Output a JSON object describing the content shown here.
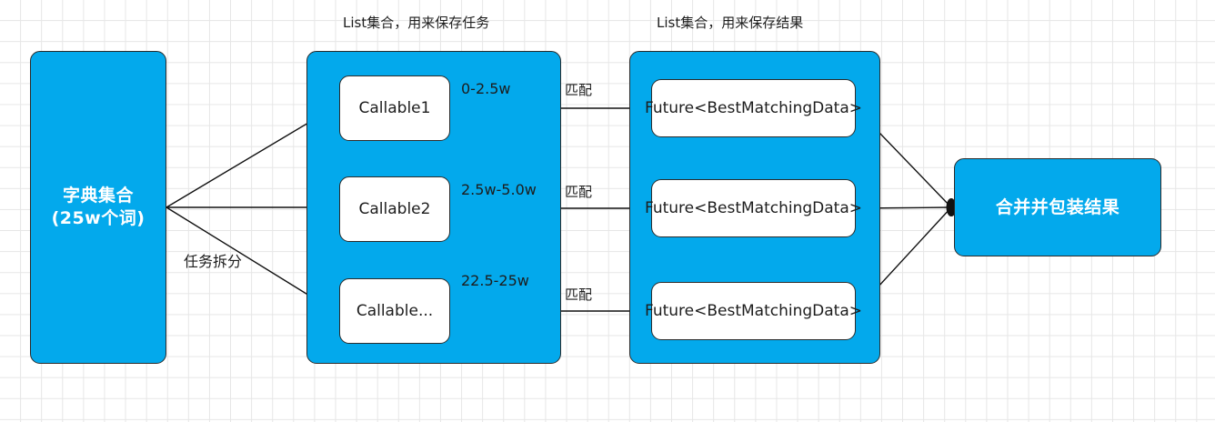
{
  "diagram": {
    "title_labels": {
      "tasks_container": "List集合，用来保存任务",
      "results_container": "List集合，用来保存结果"
    },
    "source": {
      "label": "字典集合\n(25w个词)"
    },
    "split_label": "任务拆分",
    "tasks": [
      {
        "name": "Callable1",
        "range": "0-2.5w",
        "match": "匹配"
      },
      {
        "name": "Callable2",
        "range": "2.5w-5.0w",
        "match": "匹配"
      },
      {
        "name": "Callable...",
        "range": "22.5-25w",
        "match": "匹配"
      }
    ],
    "futures": [
      {
        "label": "Future<BestMatchingData>"
      },
      {
        "label": "Future<BestMatchingData>"
      },
      {
        "label": "Future<BestMatchingData>"
      }
    ],
    "sink": {
      "label": "合并并包装结果"
    },
    "colors": {
      "accent_blue": "#03A9EC",
      "stroke": "#2a2a2a",
      "grid": "#e6e6e6",
      "text_light": "#ffffff",
      "text_dark": "#1d1d1d"
    }
  }
}
